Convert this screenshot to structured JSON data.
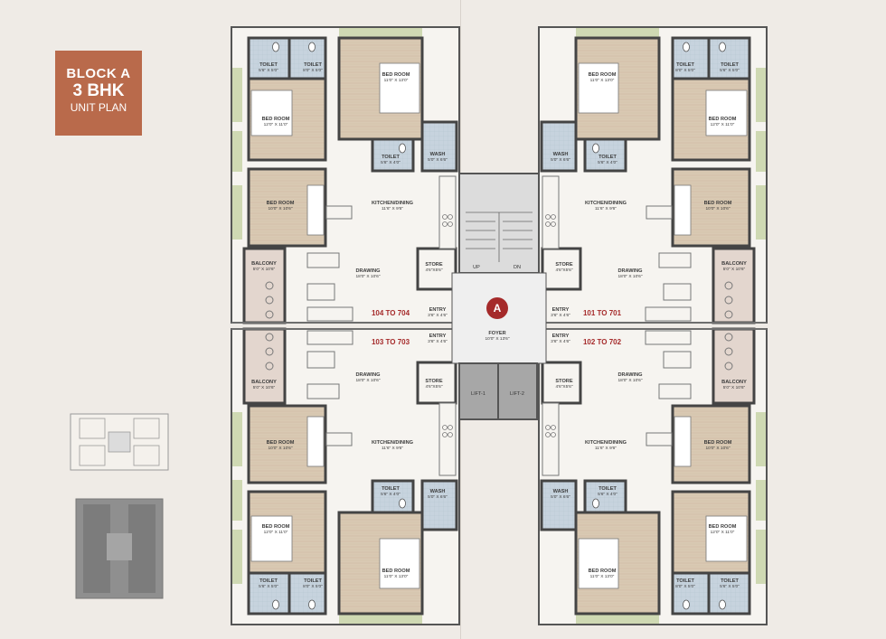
{
  "block_tag": {
    "line1": "BLOCK A",
    "line2": "3 BHK",
    "line3": "UNIT PLAN"
  },
  "marker": "A",
  "lifts": [
    "LIFT-1",
    "LIFT-2"
  ],
  "stairs": {
    "up": "UP",
    "down": "DN"
  },
  "foyer": {
    "name": "FOYER",
    "dim": "10'0\" X 13'6\""
  },
  "units": {
    "top_left": "104 TO 704",
    "top_right": "101 TO 701",
    "bottom_left": "103 TO 703",
    "bottom_right": "102 TO 702"
  },
  "rooms": {
    "toilet_a": {
      "name": "TOILET",
      "dim": "5'6\" X 5'0\""
    },
    "toilet_b": {
      "name": "TOILET",
      "dim": "8'0\" X 5'0\""
    },
    "toilet_c": {
      "name": "TOILET",
      "dim": "5'6\" X 4'0\""
    },
    "bed_master": {
      "name": "BED ROOM",
      "dim": "11'0\" X 13'0\""
    },
    "bed_side": {
      "name": "BED ROOM",
      "dim": "12'0\" X 11'0\""
    },
    "bed_small": {
      "name": "BED ROOM",
      "dim": "10'0\" X 10'6\""
    },
    "wash": {
      "name": "WASH",
      "dim": "5'0\" X 6'6\""
    },
    "kitchen": {
      "name": "KITCHEN/DINING",
      "dim": "11'6\" X 9'6\""
    },
    "drawing": {
      "name": "DRAWING",
      "dim": "18'0\" X 10'6\""
    },
    "balcony": {
      "name": "BALCONY",
      "dim": "5'0\" X 10'6\""
    },
    "store": {
      "name": "STORE",
      "dim": "4'6\"X5'6\""
    },
    "entry": {
      "name": "ENTRY",
      "dim": "3'6\" X 4'6\""
    }
  }
}
